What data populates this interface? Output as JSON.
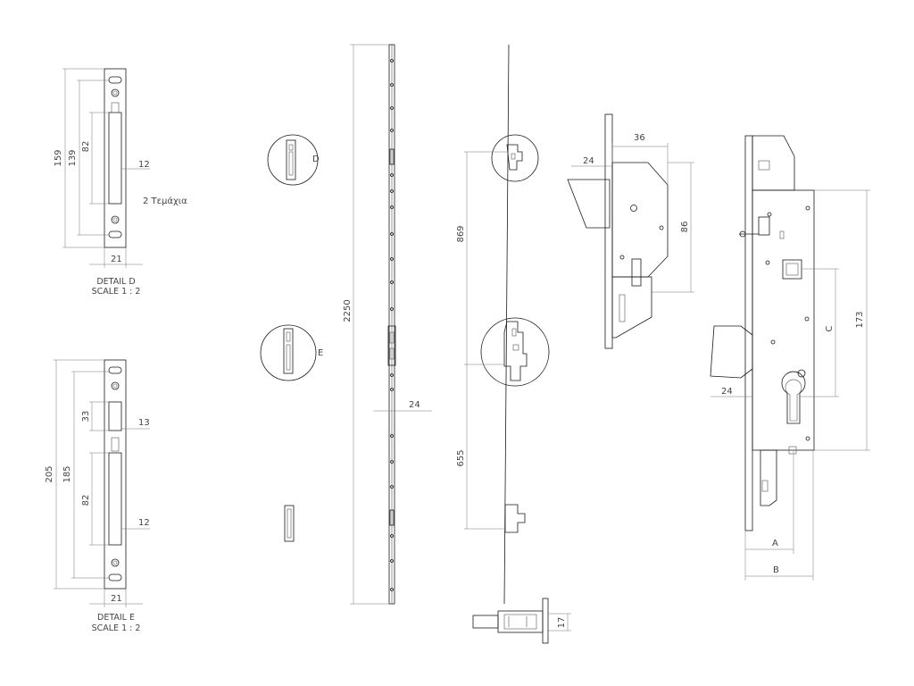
{
  "detail_d": {
    "dims": {
      "total": "159",
      "mid": "139",
      "slot": "82",
      "slot_w": "12",
      "width": "21"
    },
    "note": "2 Τεμάχια",
    "label_1": "DETAIL D",
    "label_2": "SCALE 1 : 2"
  },
  "detail_e": {
    "dims": {
      "total": "205",
      "mid": "185",
      "upper": "33",
      "lower": "82",
      "upper_w": "13",
      "lower_w": "12",
      "width": "21"
    },
    "label_1": "DETAIL E",
    "label_2": "SCALE 1 : 2"
  },
  "callouts": {
    "d": "D",
    "e": "E"
  },
  "rod": {
    "length": "2250",
    "width": "24"
  },
  "side_view": {
    "upper": "869",
    "lower": "655",
    "thickness": "17"
  },
  "lock_body_side": {
    "depth": "36",
    "bolt": "24",
    "height": "86"
  },
  "lock_front": {
    "backset": "24",
    "c": "C",
    "height": "173",
    "a": "A",
    "b": "B"
  }
}
